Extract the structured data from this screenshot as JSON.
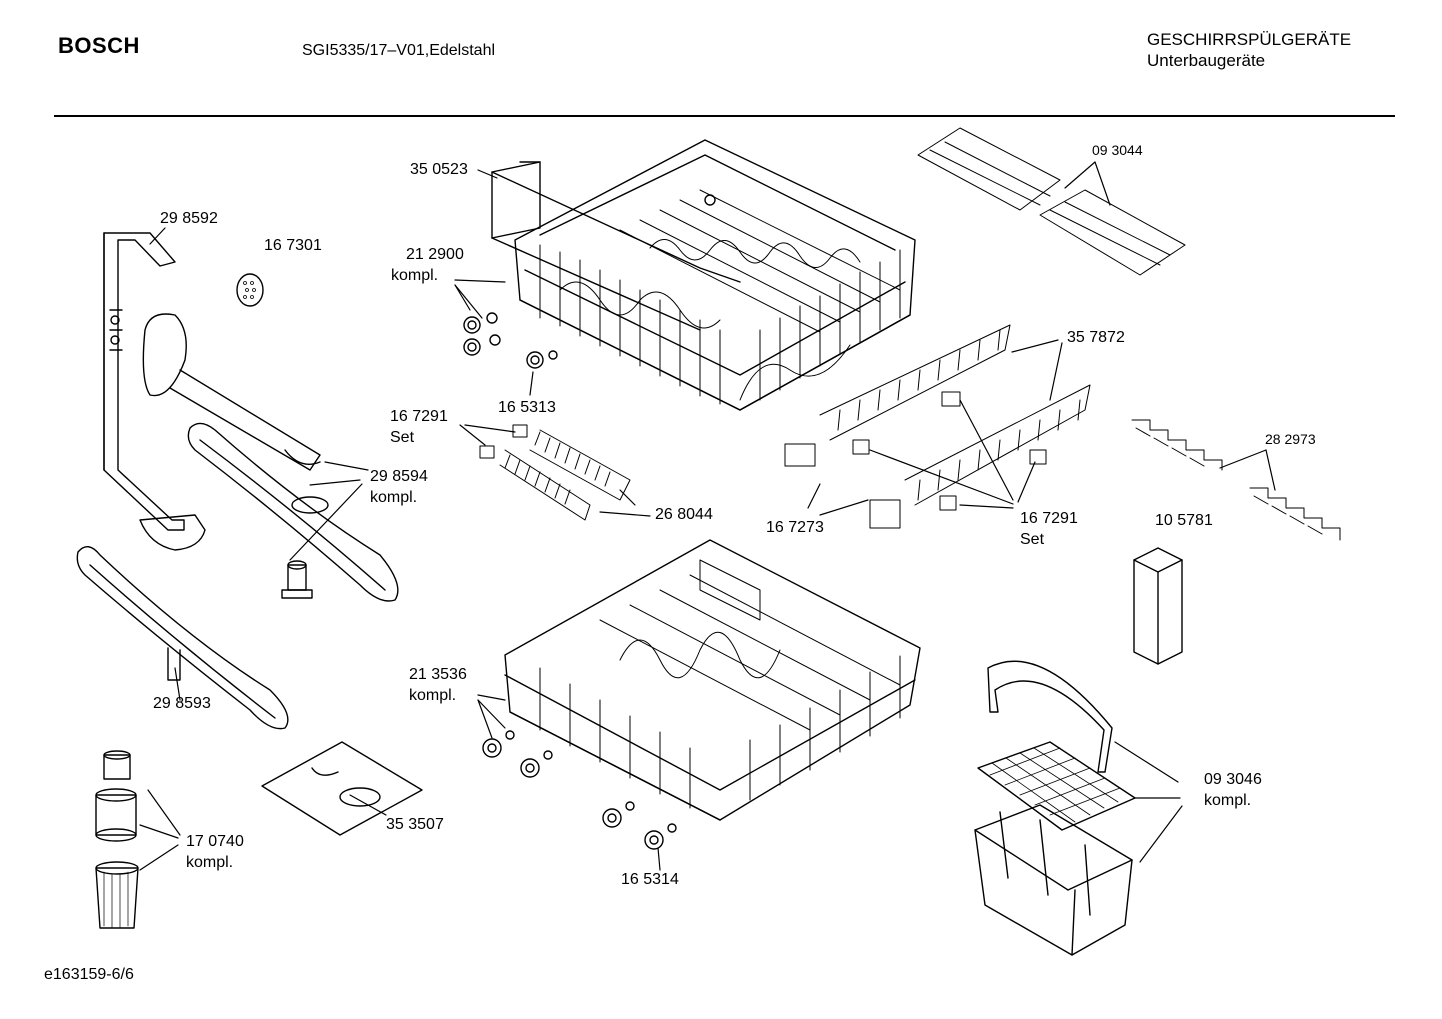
{
  "header": {
    "brand": "BOSCH",
    "model": "SGI5335/17–V01,Edelstahl",
    "category": "GESCHIRRSPÜLGERÄTE",
    "subcategory": "Unterbaugeräte"
  },
  "footer": {
    "doc_id": "e163159-6/6"
  },
  "labels": {
    "p350523": "35 0523",
    "p212900": "21 2900",
    "p212900_note": "kompl.",
    "p298592": "29 8592",
    "p167301": "16 7301",
    "p093044": "09 3044",
    "p357872": "35 7872",
    "p165313": "16 5313",
    "p167291a": "16 7291",
    "p167291a_note": "Set",
    "p268044": "26 8044",
    "p298594": "29 8594",
    "p298594_note": "kompl.",
    "p167273": "16 7273",
    "p167291b": "16 7291",
    "p167291b_note": "Set",
    "p282973": "28 2973",
    "p105781": "10 5781",
    "p213536": "21 3536",
    "p213536_note": "kompl.",
    "p298593": "29 8593",
    "p353507": "35 3507",
    "p170740": "17 0740",
    "p170740_note": "kompl.",
    "p165314": "16 5314",
    "p093046": "09 3046",
    "p093046_note": "kompl."
  }
}
